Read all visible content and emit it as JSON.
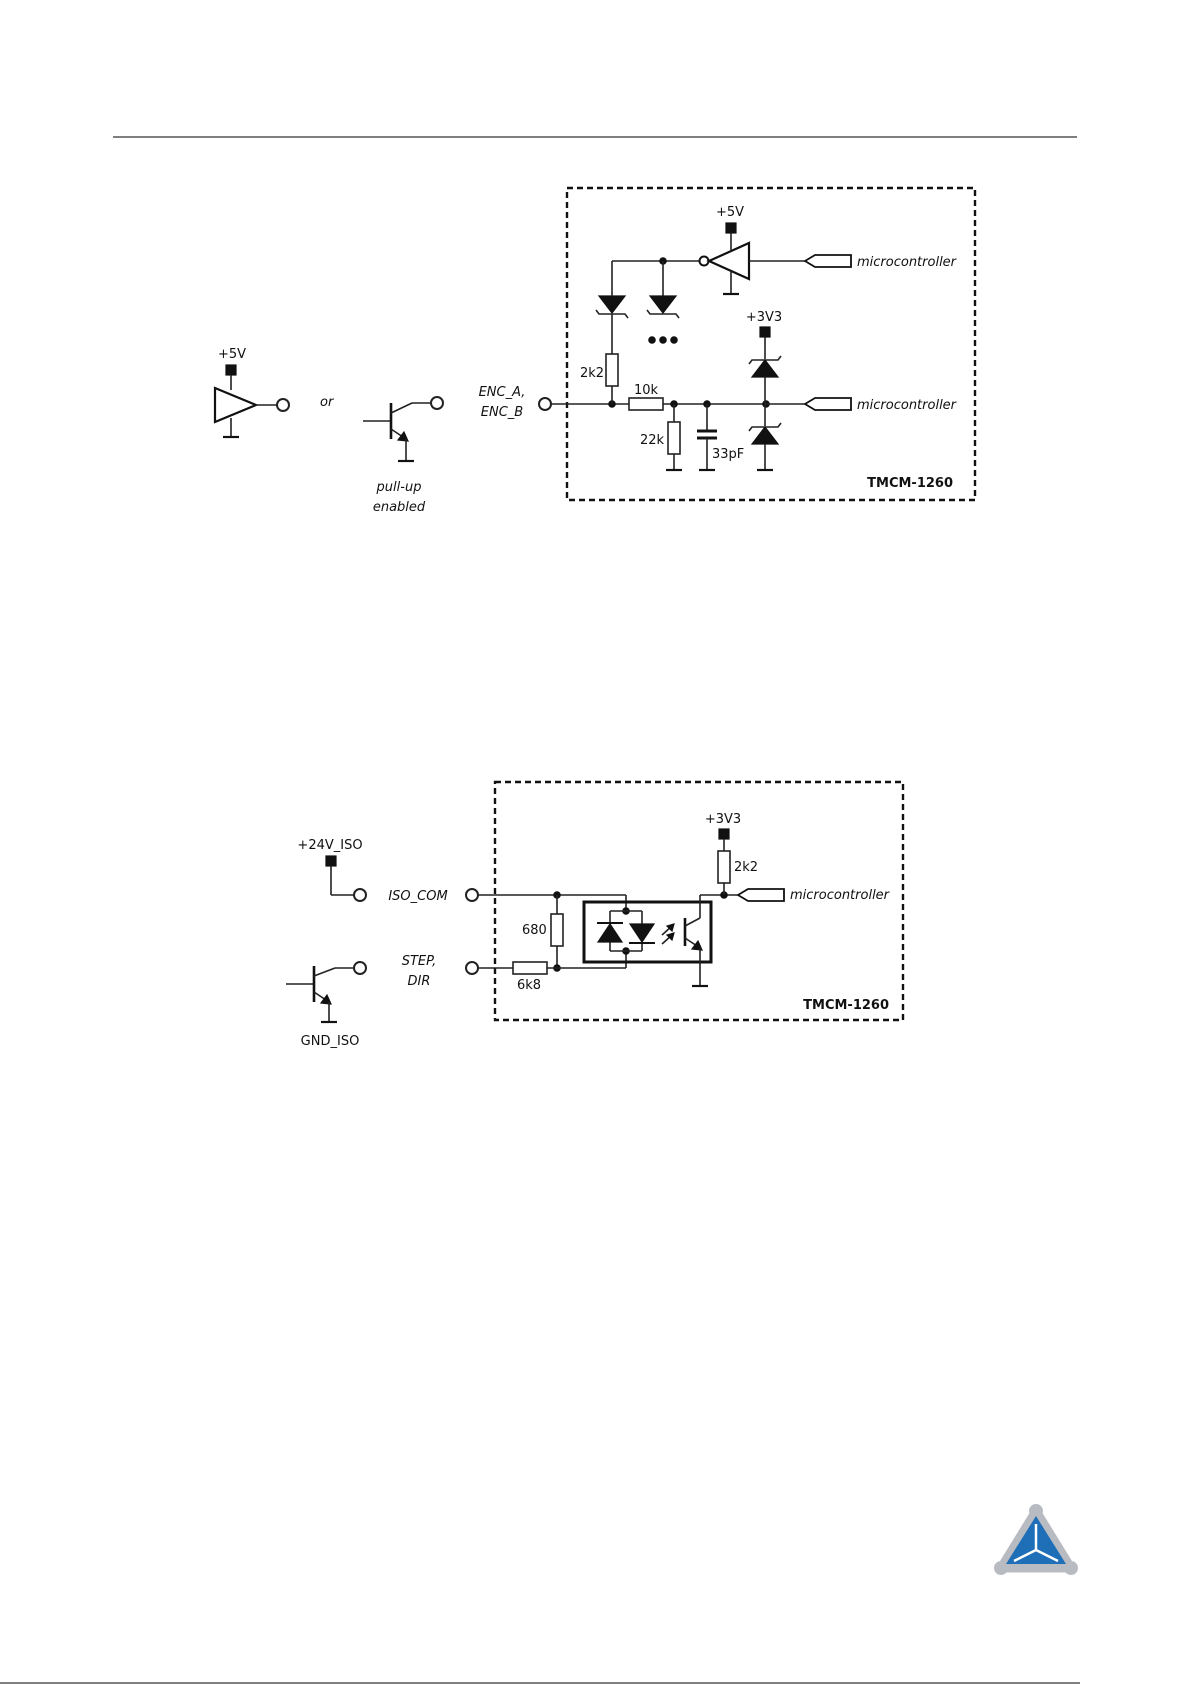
{
  "diagram1": {
    "vcc_driver": "+5V",
    "or_text": "or",
    "pullup_line1": "pull-up",
    "pullup_line2": "enabled",
    "input_line1": "ENC_A,",
    "input_line2": "ENC_B",
    "vcc_inverter": "+5V",
    "vcc_3v3": "+3V3",
    "r_2k2": "2k2",
    "r_10k": "10k",
    "r_22k": "22k",
    "c_33pf": "33pF",
    "mcu_top": "microcontroller",
    "mcu_bottom": "microcontroller",
    "module": "TMCM-1260"
  },
  "diagram2": {
    "vcc_iso": "+24V_ISO",
    "iso_com": "ISO_COM",
    "step_line1": "STEP,",
    "step_line2": "DIR",
    "gnd_iso": "GND_ISO",
    "vcc_3v3": "+3V3",
    "r_2k2": "2k2",
    "r_680": "680",
    "r_6k8": "6k8",
    "mcu": "microcontroller",
    "module": "TMCM-1260"
  },
  "logo": {
    "colors": {
      "blue": "#1f6fb8",
      "grey": "#b8bcc2"
    }
  }
}
